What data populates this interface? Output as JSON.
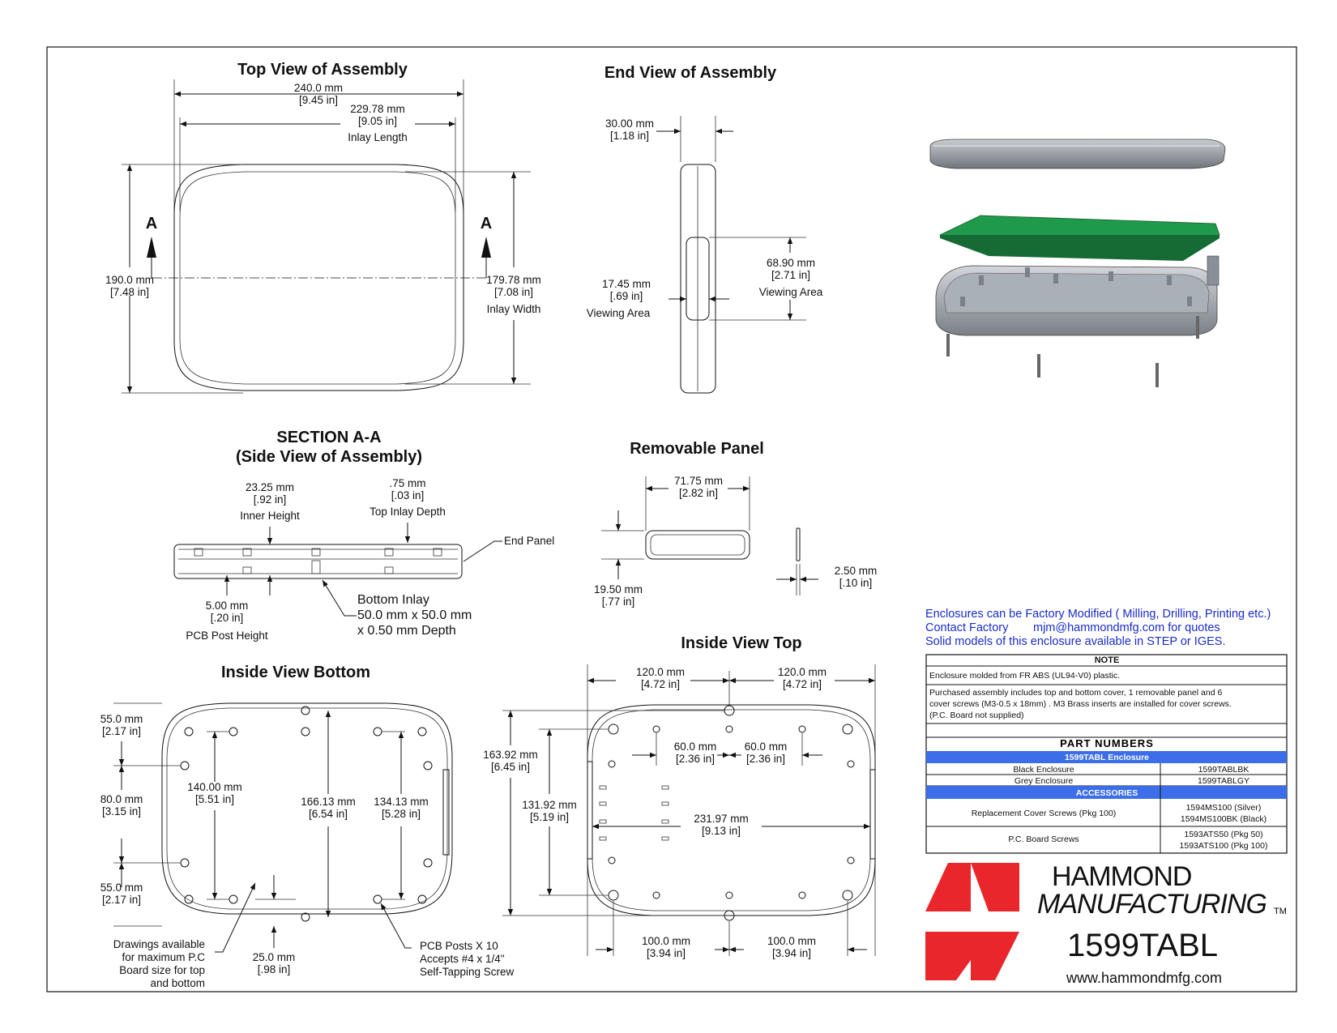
{
  "views": {
    "top": {
      "title": "Top View of Assembly",
      "overall_length": "240.0 mm",
      "overall_length_in": "[9.45 in]",
      "inlay_length": "229.78 mm",
      "inlay_length_in": "[9.05 in]",
      "inlay_length_caption": "Inlay Length",
      "overall_width": "190.0 mm",
      "overall_width_in": "[7.48 in]",
      "inlay_width": "179.78 mm",
      "inlay_width_in": "[7.08 in]",
      "inlay_width_caption": "Inlay Width",
      "section_marker": "A"
    },
    "end": {
      "title": "End View of Assembly",
      "thickness": "30.00 mm",
      "thickness_in": "[1.18 in]",
      "view_depth": "17.45 mm",
      "view_depth_in": "[.69 in]",
      "view_depth_caption": "Viewing Area",
      "view_height": "68.90 mm",
      "view_height_in": "[2.71 in]",
      "view_height_caption": "Viewing Area"
    },
    "section": {
      "title_line1": "SECTION A-A",
      "title_line2": "(Side View of Assembly)",
      "inner_height": "23.25 mm",
      "inner_height_in": "[.92 in]",
      "inner_height_caption": "Inner Height",
      "inlay_depth": ".75 mm",
      "inlay_depth_in": "[.03 in]",
      "inlay_depth_caption": "Top Inlay Depth",
      "end_panel": "End Panel",
      "post_height": "5.00 mm",
      "post_height_in": "[.20 in]",
      "post_height_caption": "PCB Post Height",
      "bottom_inlay_1": "Bottom Inlay",
      "bottom_inlay_2": "50.0 mm x 50.0 mm",
      "bottom_inlay_3": "x 0.50 mm Depth"
    },
    "panel": {
      "title": "Removable Panel",
      "width": "71.75 mm",
      "width_in": "[2.82 in]",
      "height": "19.50 mm",
      "height_in": "[.77 in]",
      "thickness": "2.50 mm",
      "thickness_in": "[.10 in]"
    },
    "inside_bottom": {
      "title": "Inside View Bottom",
      "d1": "55.0 mm",
      "d1_in": "[2.17 in]",
      "d2": "80.0 mm",
      "d2_in": "[3.15 in]",
      "d3": "55.0 mm",
      "d3_in": "[2.17 in]",
      "d4": "140.00 mm",
      "d4_in": "[5.51 in]",
      "d5": "166.13 mm",
      "d5_in": "[6.54 in]",
      "d6": "134.13 mm",
      "d6_in": "[5.28 in]",
      "d7": "25.0 mm",
      "d7_in": "[.98 in]",
      "note_1": "Drawings available",
      "note_2": "for maximum P.C",
      "note_3": "Board size for top",
      "note_4": "and bottom",
      "posts_1": "PCB Posts X 10",
      "posts_2": "Accepts #4 x 1/4\"",
      "posts_3": "Self-Tapping Screw"
    },
    "inside_top": {
      "title": "Inside View Top",
      "d1": "120.0 mm",
      "d1_in": "[4.72 in]",
      "d2": "120.0 mm",
      "d2_in": "[4.72 in]",
      "d3": "60.0 mm",
      "d3_in": "[2.36 in]",
      "d4": "60.0 mm",
      "d4_in": "[2.36 in]",
      "d5": "163.92 mm",
      "d5_in": "[6.45 in]",
      "d6": "131.92 mm",
      "d6_in": "[5.19 in]",
      "d7": "231.97 mm",
      "d7_in": "[9.13 in]",
      "d8": "100.0 mm",
      "d8_in": "[3.94 in]",
      "d9": "100.0 mm",
      "d9_in": "[3.94 in]"
    }
  },
  "info": {
    "line1": "Enclosures can be Factory Modified ( Milling, Drilling, Printing etc.)",
    "line2_label": "Contact Factory",
    "line2_email": "mjm@hammondmfg.com for quotes",
    "line3": "Solid models of this enclosure available in STEP or IGES."
  },
  "notes": {
    "header": "NOTE",
    "note1": "Enclosure molded from FR ABS (UL94-V0) plastic.",
    "note2_1": "Purchased assembly includes top and bottom cover, 1 removable panel and 6",
    "note2_2": "cover screws (M3-0.5 x 18mm) . M3 Brass inserts are installed for cover screws.",
    "note2_3": "(P.C. Board not supplied)"
  },
  "parts": {
    "header": "PART NUMBERS",
    "enclosure_header": "1599TABL Enclosure",
    "rows": [
      {
        "desc": "Black Enclosure",
        "part": "1599TABLBK"
      },
      {
        "desc": "Grey Enclosure",
        "part": "1599TABLGY"
      }
    ],
    "accessories_header": "ACCESSORIES",
    "acc_rows": [
      {
        "desc": "Replacement Cover Screws (Pkg 100)",
        "part1": "1594MS100 (Silver)",
        "part2": "1594MS100BK (Black)"
      },
      {
        "desc": "P.C. Board Screws",
        "part1": "1593ATS50 (Pkg 50)",
        "part2": "1593ATS100 (Pkg 100)"
      }
    ]
  },
  "brand": {
    "name1": "HAMMOND",
    "name2": "MANUFACTURING",
    "tm": "TM",
    "model": "1599TABL",
    "website": "www.hammondmfg.com",
    "logo_color": "#e8262b",
    "accent_color": "#3b6ee8",
    "pcb_color": "#1f9a4a"
  }
}
